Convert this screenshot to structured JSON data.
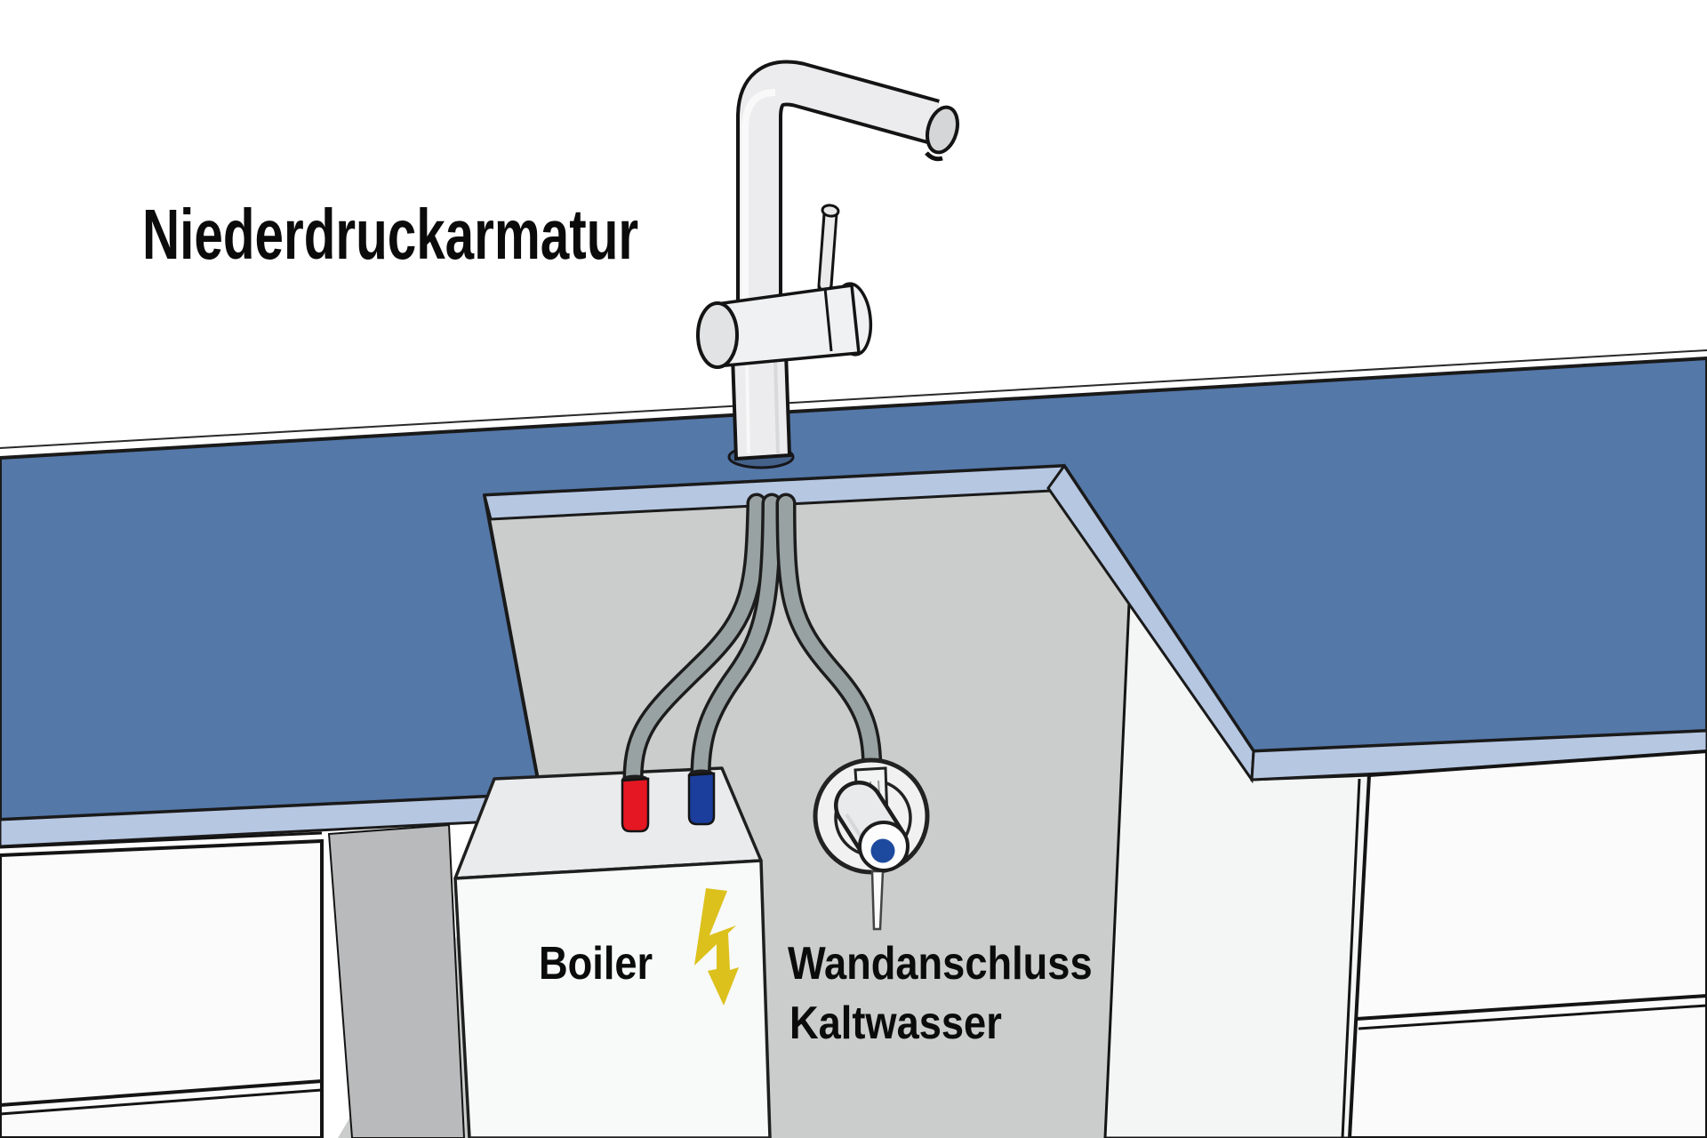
{
  "diagram": {
    "title": "Niederdruckarmatur",
    "labels": {
      "boiler": "Boiler",
      "wall_connection_line1": "Wandanschluss",
      "wall_connection_line2": "Kaltwasser"
    },
    "icons": {
      "lightning_arrow": "lightning-arrow-icon"
    },
    "colors": {
      "countertop_top": "#5478a8",
      "countertop_edge": "#b6c7e2",
      "outline": "#1a1a1a",
      "cavity_back": "#cbcccc",
      "cavity_wall_left": "#b9babb",
      "cavity_wall_right": "#f4f5f5",
      "cabinet_front": "#fbfbfc",
      "boiler_top": "#eaebec",
      "boiler_front": "#f8f9f9",
      "pipe": "#98a2a3",
      "pipe_outline": "#1c1c1c",
      "hot_connector": "#e41722",
      "cold_connector": "#1b3e9d",
      "valve_dot": "#1d4a9e",
      "lightning": "#dcc11c",
      "faucet_body": "#ececee",
      "text": "#0b0b0b"
    }
  }
}
